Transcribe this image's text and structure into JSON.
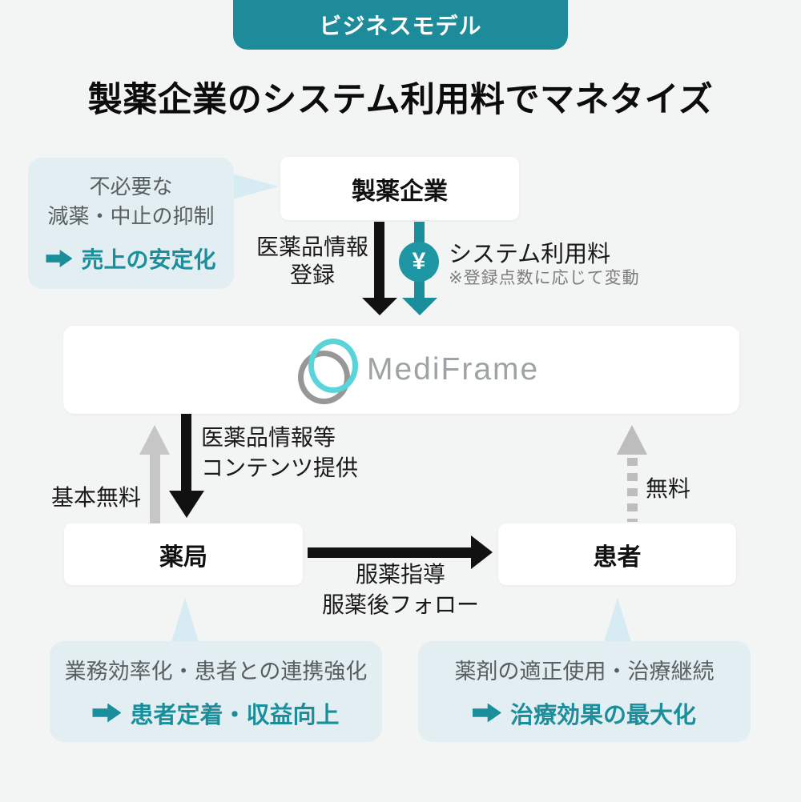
{
  "badge": {
    "label": "ビジネスモデル"
  },
  "title": "製薬企業のシステム利用料でマネタイズ",
  "colors": {
    "accent_teal": "#1b8e9c",
    "badge_teal": "#1d8b99",
    "callout_bg": "#e2eef1",
    "logo_cyan": "#59d5da",
    "logo_gray": "#979797",
    "background": "#f3f4f4"
  },
  "nodes": {
    "pharma": "製薬企業",
    "platform": "MediFrame",
    "pharmacy": "薬局",
    "patient": "患者"
  },
  "flows": {
    "register": {
      "lines": [
        "医薬品情報",
        "登録"
      ]
    },
    "fee": {
      "icon": "¥",
      "label": "システム利用料",
      "note": "※登録点数に応じて変動"
    },
    "content": {
      "lines": [
        "医薬品情報等",
        "コンテンツ提供"
      ]
    },
    "basic_free": "基本無料",
    "guidance": {
      "lines": [
        "服薬指導",
        "服薬後フォロー"
      ]
    },
    "free": "無料"
  },
  "callouts": {
    "pharma": {
      "lines": [
        "不必要な",
        "減薬・中止の抑制"
      ],
      "result": "売上の安定化"
    },
    "pharmacy": {
      "line": "業務効率化・患者との連携強化",
      "result": "患者定着・収益向上"
    },
    "patient": {
      "line": "薬剤の適正使用・治療継続",
      "result": "治療効果の最大化"
    }
  }
}
